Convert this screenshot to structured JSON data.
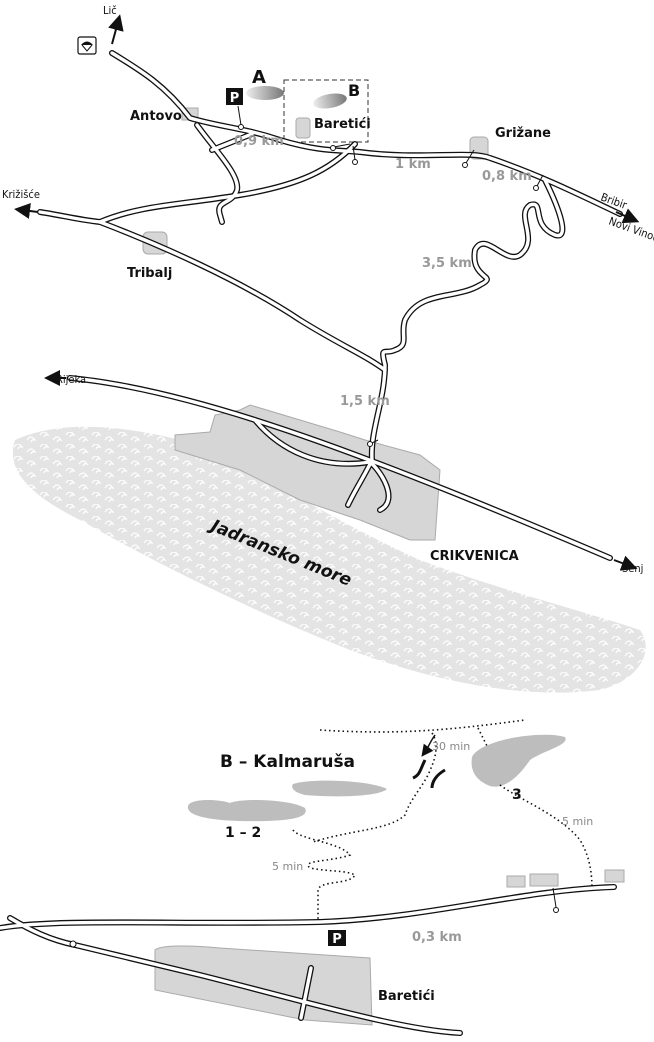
{
  "overview_map": {
    "destinations": {
      "north": "Lič",
      "west": "Križišće",
      "east_1": "Bribir",
      "east_2": "Novi Vinodolski",
      "coast_west": "Rijeka",
      "coast_east": "Senj"
    },
    "places": {
      "antovo": "Antovo",
      "baretici": "Baretići",
      "grizane": "Grižane",
      "tribalj": "Tribalj",
      "crikvenica": "CRIKVENICA",
      "sea": "Jadransko more"
    },
    "sectors": {
      "a": "A",
      "b": "B"
    },
    "distances": [
      "0,9 km",
      "1 km",
      "0,8 km",
      "3,5 km",
      "1,5 km"
    ],
    "parking_label": "P",
    "icons": [
      "paragliding-icon",
      "parking-icon",
      "arrow-icon"
    ]
  },
  "detail_map": {
    "title": "B – Kalmaruša",
    "crags": [
      "1 – 2",
      "3"
    ],
    "times": [
      "30 min",
      "5 min",
      "5 min"
    ],
    "distance": "0,3 km",
    "village": "Baretići",
    "parking_label": "P"
  }
}
